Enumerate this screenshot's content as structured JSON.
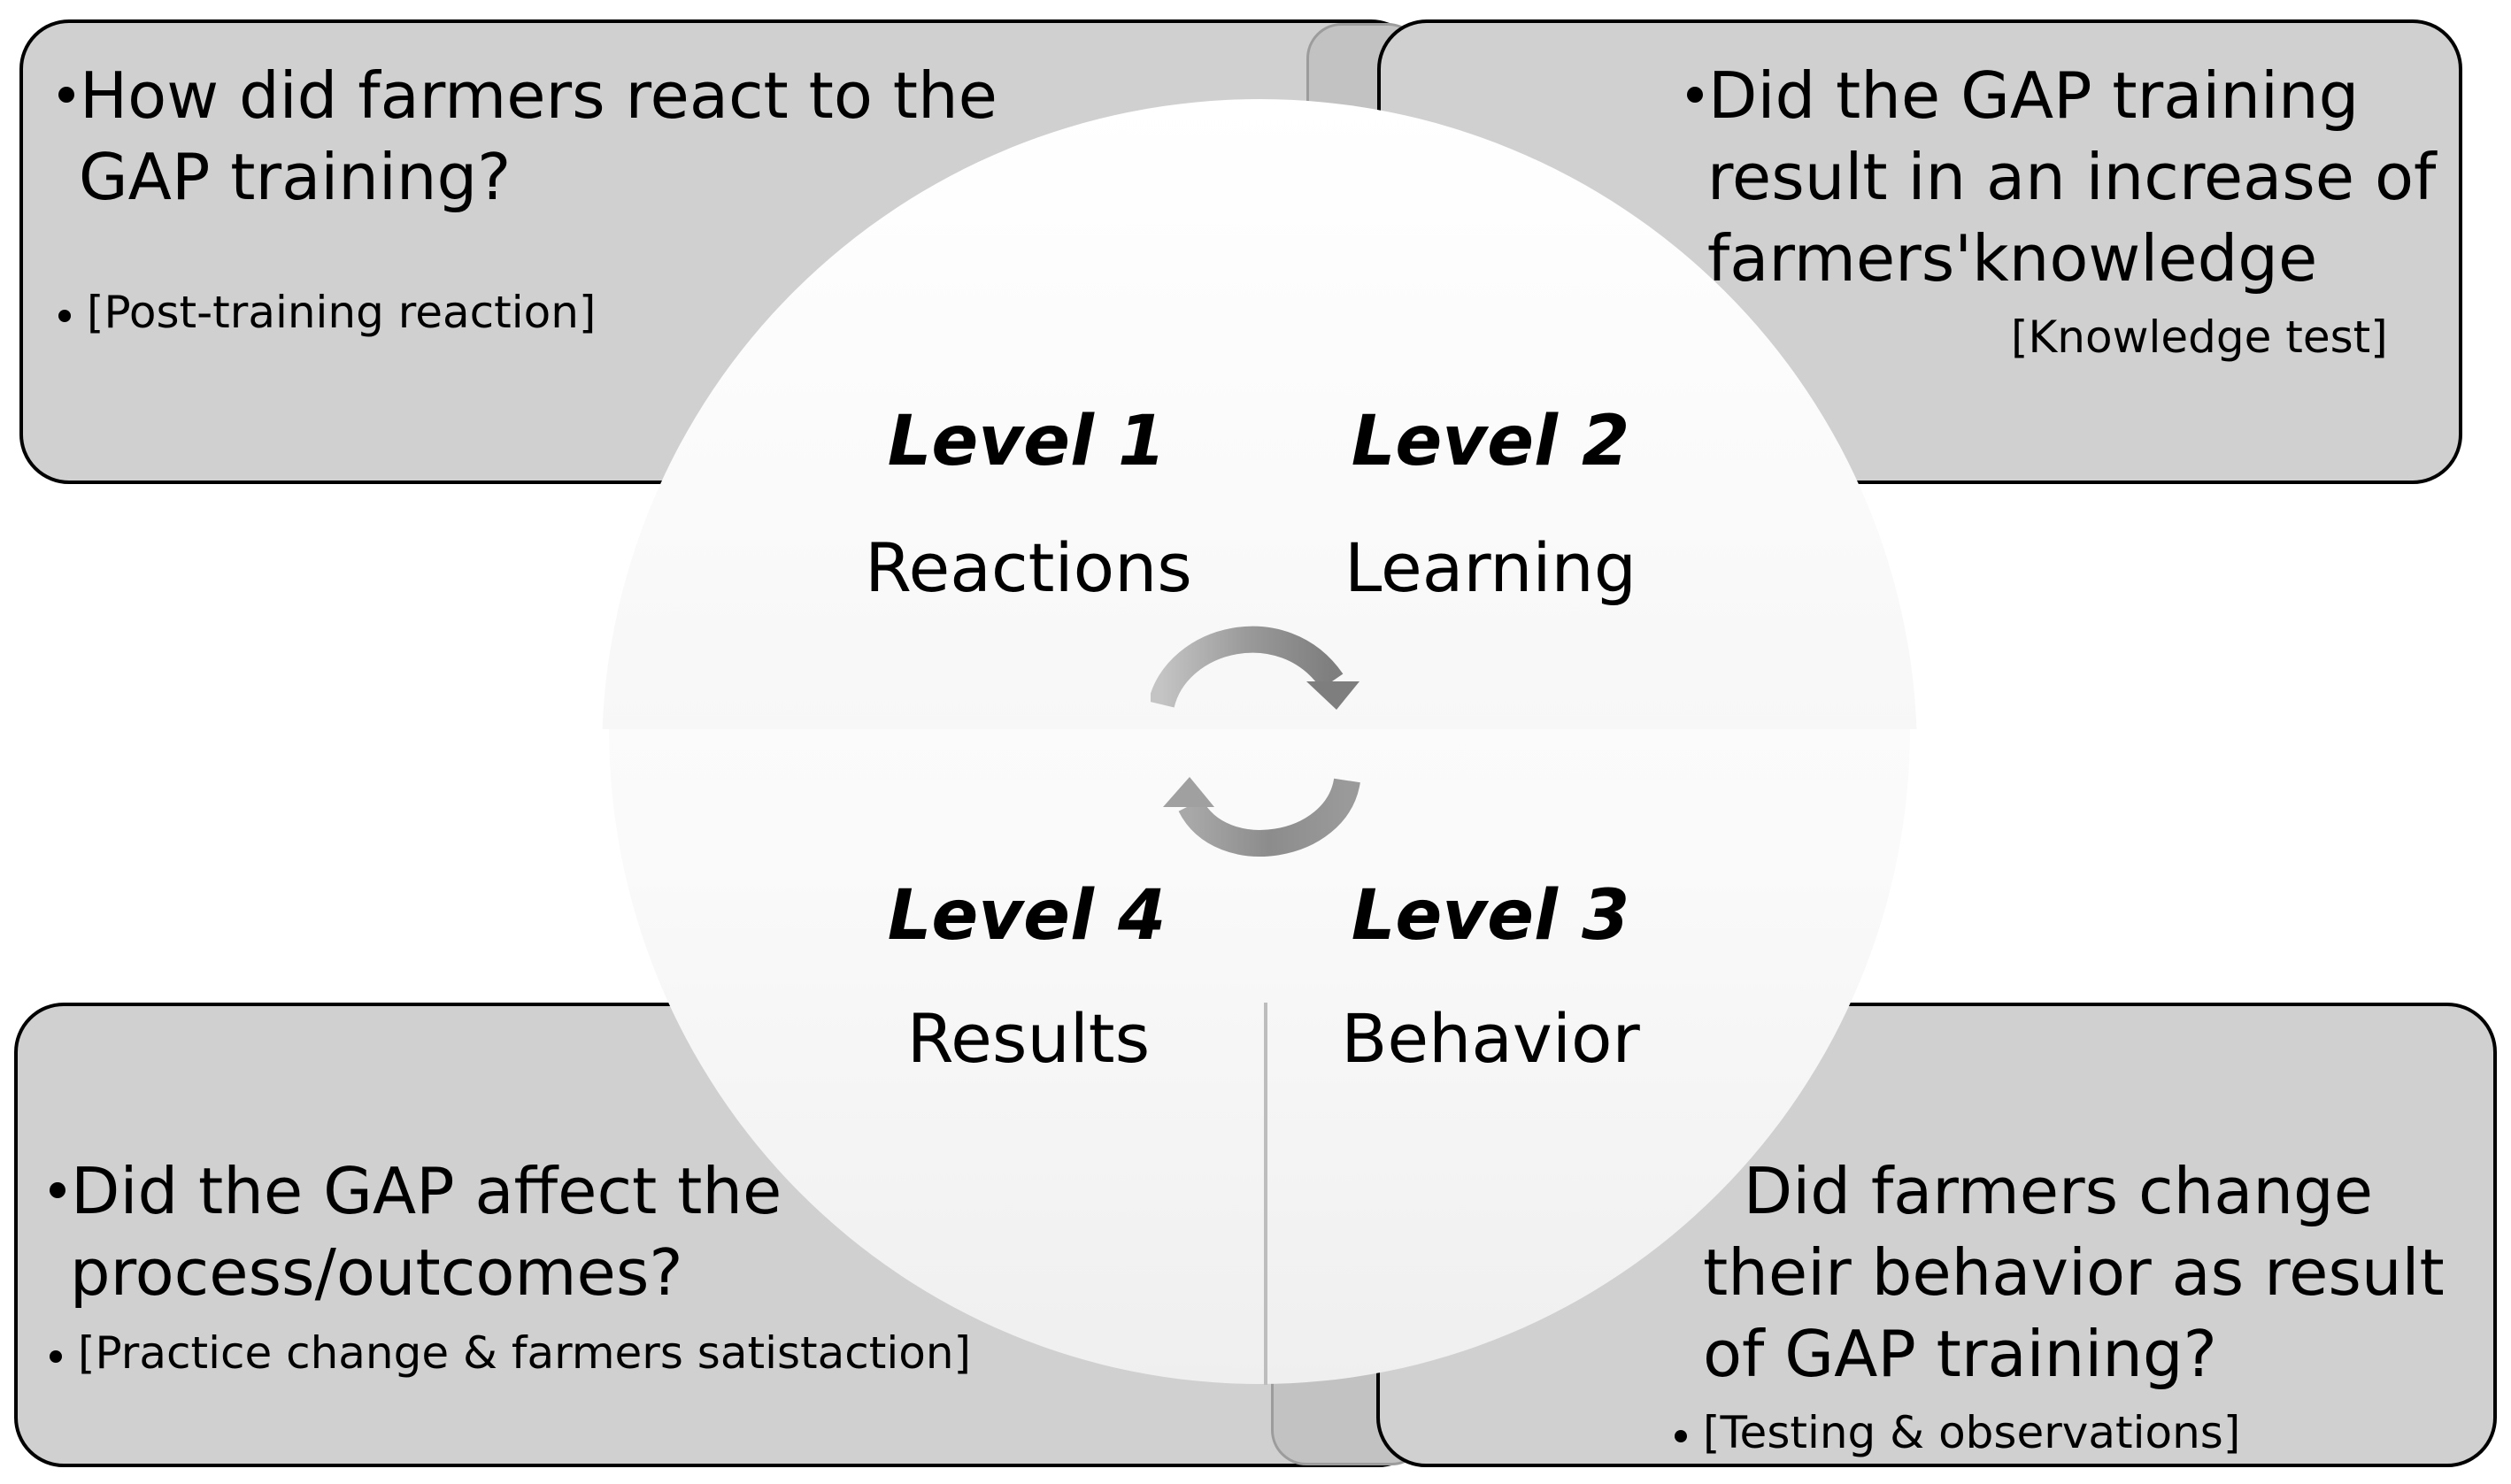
{
  "quadrants": {
    "top_left": {
      "question_line1": "How did farmers react to the",
      "question_line2": "GAP training?",
      "method": "[Post-training reaction]"
    },
    "top_right": {
      "question_line1": "Did the GAP training",
      "question_line2": "result in an increase of",
      "question_line3": "farmers'knowledge",
      "method": "[Knowledge test]"
    },
    "bottom_left": {
      "question_line1": "Did the GAP affect the",
      "question_line2": "process/outcomes?",
      "method": "[Practice change & farmers satistaction]"
    },
    "bottom_right": {
      "question_line1": "Did farmers change",
      "question_line2": "their behavior as result",
      "question_line3": "of GAP training?",
      "method": "[Testing & observations]"
    }
  },
  "levels": {
    "level1": {
      "label": "Level 1",
      "name": "Reactions"
    },
    "level2": {
      "label": "Level 2",
      "name": "Learning"
    },
    "level3": {
      "label": "Level 3",
      "name": "Behavior"
    },
    "level4": {
      "label": "Level 4",
      "name": "Results"
    }
  },
  "icons": {
    "top_cycle": "clockwise-arrow-icon",
    "bottom_cycle": "cycle-arrow-icon"
  },
  "colors": {
    "box_fill": "#d0d0d0",
    "box_border": "#000000",
    "arrow": "#8a8a8a"
  }
}
